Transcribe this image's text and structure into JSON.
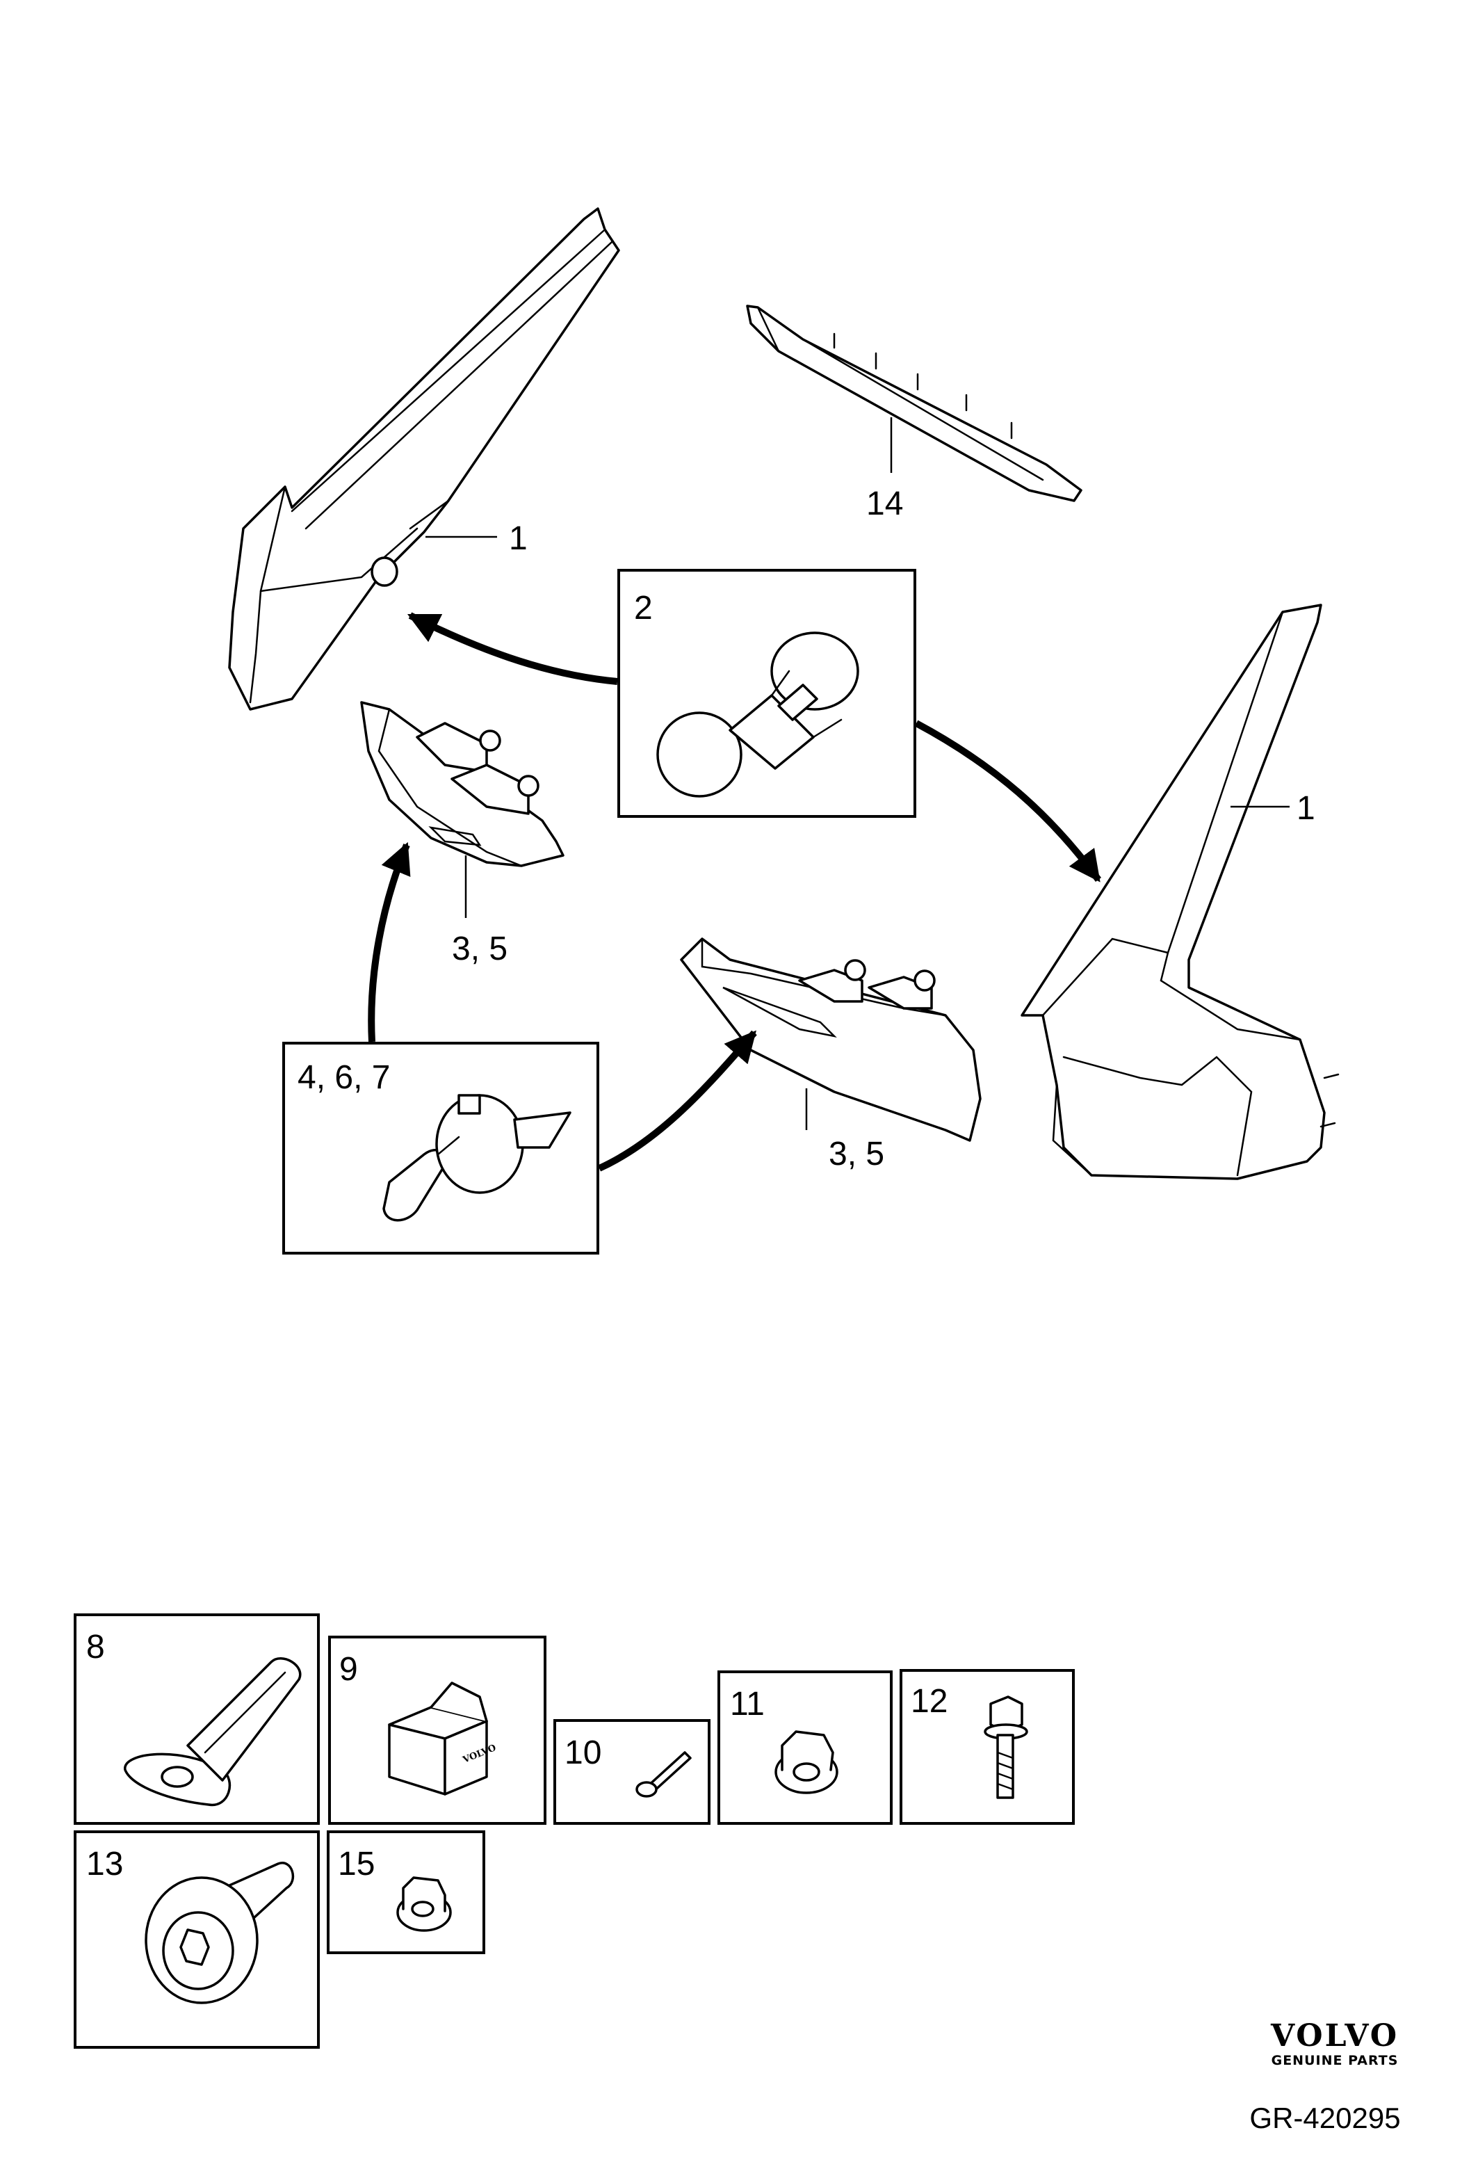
{
  "callouts": {
    "tail_lamp_left": "1",
    "tail_lamp_right": "1",
    "bulb_box": "2",
    "lamp_housing_left": "3, 5",
    "lamp_housing_right": "3, 5",
    "socket_box": "4, 6, 7",
    "stop_lamp": "14",
    "holder": "8",
    "kit": "9",
    "screw_small": "10",
    "nut_flange": "11",
    "bolt": "12",
    "pin_fastener": "13",
    "nut_small": "15"
  },
  "kit_box_text": "VOLVO",
  "branding": {
    "logo": "VOLVO",
    "tagline": "GENUINE PARTS",
    "reference": "GR-420295"
  }
}
